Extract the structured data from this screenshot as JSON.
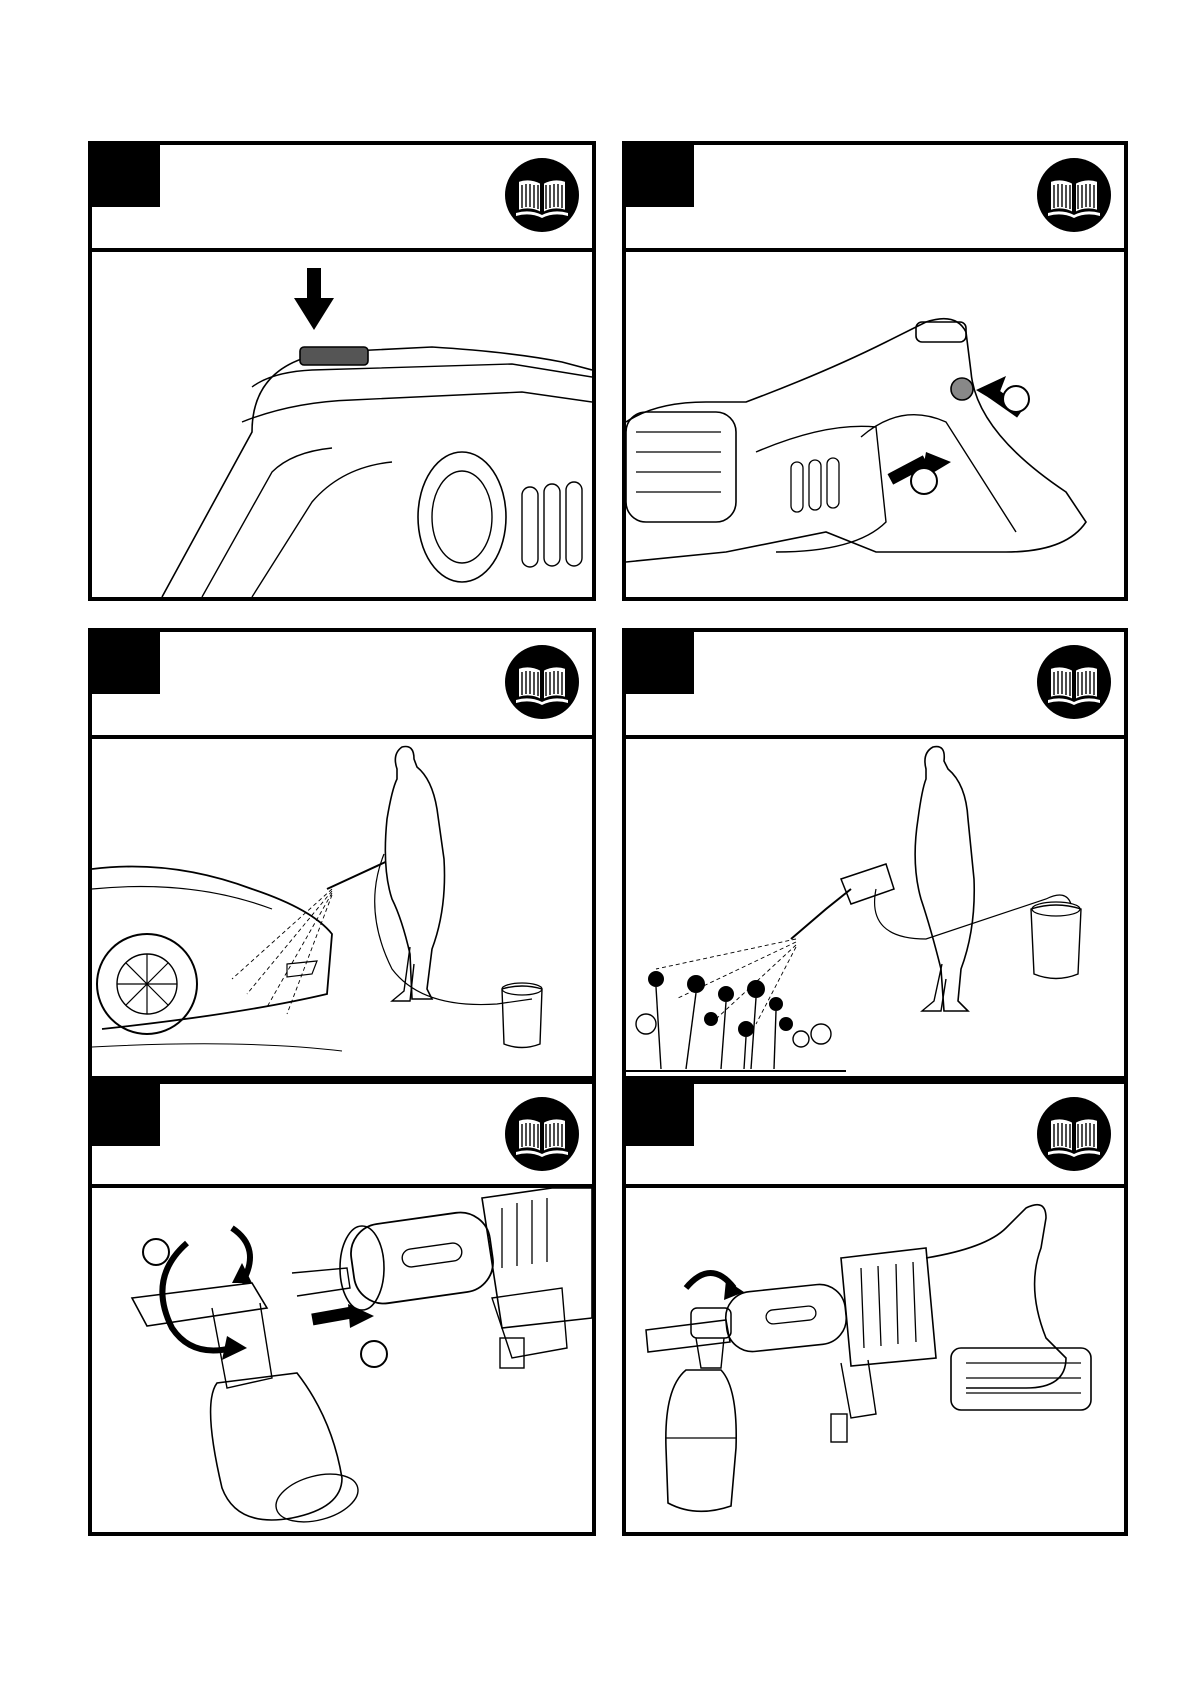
{
  "panels": [
    {
      "name": "panel-1",
      "content": "press-top-button"
    },
    {
      "name": "panel-2",
      "content": "press-side-button-and-trigger",
      "callouts": 2
    },
    {
      "name": "panel-3",
      "content": "washing-car"
    },
    {
      "name": "panel-4",
      "content": "watering-flowers"
    },
    {
      "name": "panel-5",
      "content": "attach-foam-bottle",
      "callouts": 2
    },
    {
      "name": "panel-6",
      "content": "adjust-foam-bottle"
    }
  ],
  "icons": {
    "manual": "book-icon"
  },
  "colors": {
    "ink": "#000000",
    "paper": "#ffffff"
  }
}
